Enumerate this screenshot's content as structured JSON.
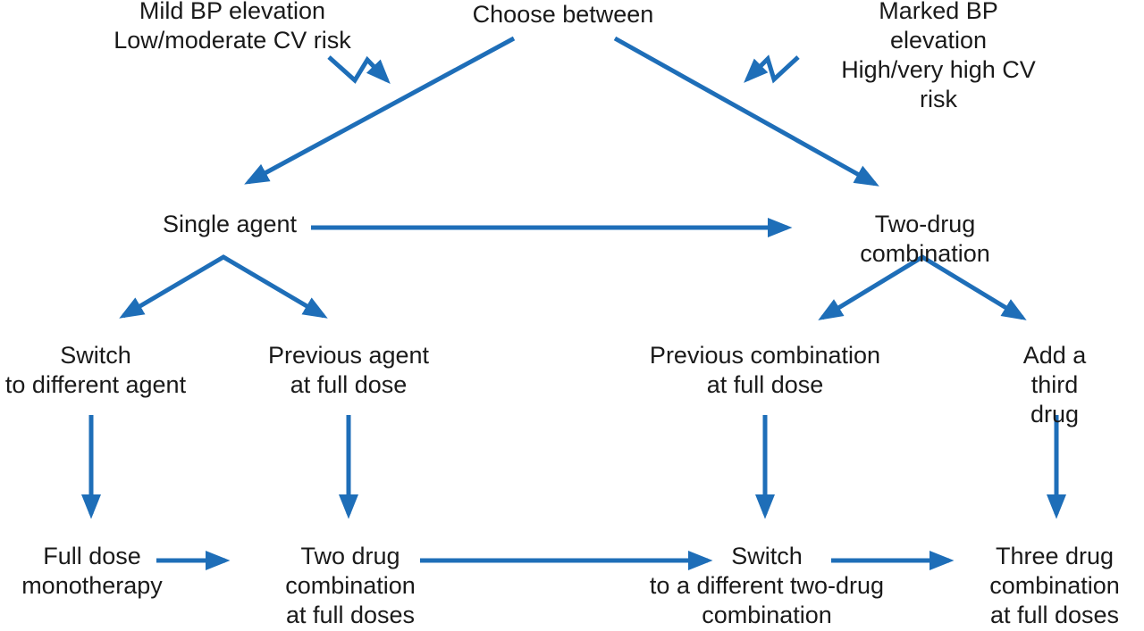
{
  "title": "Monotherapy versus drug combination strategy flowchart",
  "colors": {
    "arrow": "#1e6eb8",
    "text": "#1a1a1a",
    "background": "#ffffff"
  },
  "nodes": {
    "mild": "Mild BP elevation\nLow/moderate CV risk",
    "choose": "Choose between",
    "marked": "Marked BP elevation\nHigh/very high CV risk",
    "single": "Single agent",
    "twoDrug": "Two-drug combination",
    "switchAgent": "Switch\nto different agent",
    "prevAgent": "Previous agent\nat full dose",
    "prevCombo": "Previous combination\nat full dose",
    "addThird": "Add a third drug",
    "fullMono": "Full dose\nmonotherapy",
    "twoFull": "Two drug\ncombination\nat full doses",
    "switchCombo": "Switch\nto a different two-drug\ncombination",
    "threeFull": "Three drug\ncombination\nat full doses"
  },
  "edges": [
    {
      "from": "mild",
      "to": "choose-single-branch",
      "style": "zigzag"
    },
    {
      "from": "marked",
      "to": "choose-twoDrug-branch",
      "style": "zigzag"
    },
    {
      "from": "choose",
      "to": "single",
      "style": "straight"
    },
    {
      "from": "choose",
      "to": "twoDrug",
      "style": "straight"
    },
    {
      "from": "single",
      "to": "twoDrug",
      "style": "straight"
    },
    {
      "from": "single",
      "to": "switchAgent",
      "style": "straight"
    },
    {
      "from": "single",
      "to": "prevAgent",
      "style": "straight"
    },
    {
      "from": "twoDrug",
      "to": "prevCombo",
      "style": "straight"
    },
    {
      "from": "twoDrug",
      "to": "addThird",
      "style": "straight"
    },
    {
      "from": "switchAgent",
      "to": "fullMono",
      "style": "straight"
    },
    {
      "from": "prevAgent",
      "to": "twoFull",
      "style": "straight"
    },
    {
      "from": "prevCombo",
      "to": "switchCombo",
      "style": "straight"
    },
    {
      "from": "addThird",
      "to": "threeFull",
      "style": "straight"
    },
    {
      "from": "fullMono",
      "to": "twoFull",
      "style": "straight"
    },
    {
      "from": "twoFull",
      "to": "switchCombo",
      "style": "straight"
    },
    {
      "from": "switchCombo",
      "to": "threeFull",
      "style": "straight"
    }
  ]
}
